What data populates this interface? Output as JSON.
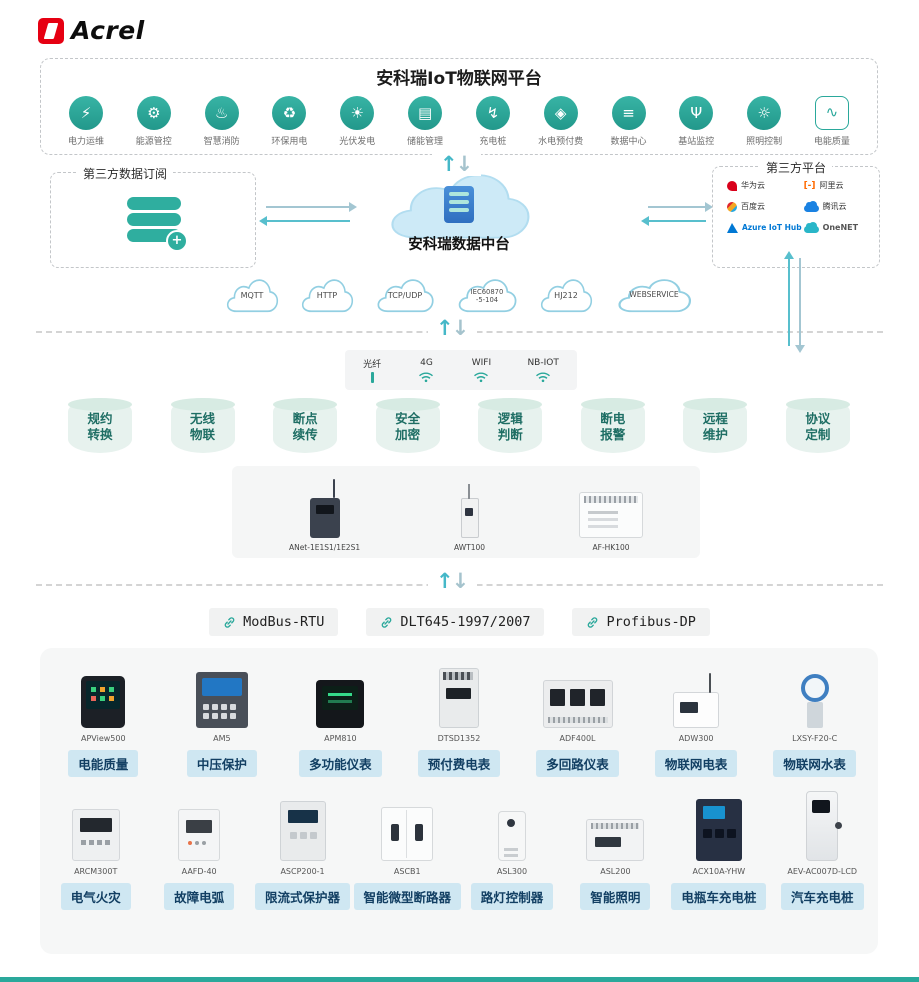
{
  "logo": {
    "brand": "Acrel"
  },
  "colors": {
    "accent_teal": "#2aa89b",
    "badge_bg": "#cfe7f2",
    "badge_text": "#123f63",
    "brand_red": "#e60012",
    "cloud_fill": "#cdeaf7"
  },
  "platform": {
    "title": "安科瑞IoT物联网平台",
    "apps": [
      {
        "label": "电力运维",
        "glyph": "⚡"
      },
      {
        "label": "能源管控",
        "glyph": "⚙"
      },
      {
        "label": "智慧消防",
        "glyph": "♨"
      },
      {
        "label": "环保用电",
        "glyph": "♻"
      },
      {
        "label": "光伏发电",
        "glyph": "☀"
      },
      {
        "label": "储能管理",
        "glyph": "▤"
      },
      {
        "label": "充电桩",
        "glyph": "↯"
      },
      {
        "label": "水电预付费",
        "glyph": "◈"
      },
      {
        "label": "数据中心",
        "glyph": "≡"
      },
      {
        "label": "基站监控",
        "glyph": "Ψ"
      },
      {
        "label": "照明控制",
        "glyph": "☼"
      },
      {
        "label": "电能质量",
        "glyph": "∿"
      }
    ]
  },
  "integration": {
    "left_box": {
      "title": "第三方数据订阅"
    },
    "center": {
      "label": "安科瑞数据中台"
    },
    "right_box": {
      "title": "第三方平台",
      "platforms": [
        {
          "name": "华为云"
        },
        {
          "name": "阿里云"
        },
        {
          "name": "百度云"
        },
        {
          "name": "腾讯云"
        },
        {
          "name": "Azure IoT Hub"
        },
        {
          "name": "OneNET"
        }
      ]
    }
  },
  "protocol_clouds": [
    {
      "label": "MQTT"
    },
    {
      "label": "HTTP"
    },
    {
      "label": "TCP/UDP"
    },
    {
      "label": "IEC60870",
      "label2": "-5-104"
    },
    {
      "label": "HJ212"
    },
    {
      "label": "WEBSERVICE"
    }
  ],
  "connectivity": {
    "items": [
      {
        "label": "光纤"
      },
      {
        "label": "4G"
      },
      {
        "label": "WIFI"
      },
      {
        "label": "NB-IOT"
      }
    ]
  },
  "capabilities": [
    {
      "line1": "规约",
      "line2": "转换"
    },
    {
      "line1": "无线",
      "line2": "物联"
    },
    {
      "line1": "断点",
      "line2": "续传"
    },
    {
      "line1": "安全",
      "line2": "加密"
    },
    {
      "line1": "逻辑",
      "line2": "判断"
    },
    {
      "line1": "断电",
      "line2": "报警"
    },
    {
      "line1": "远程",
      "line2": "维护"
    },
    {
      "line1": "协议",
      "line2": "定制"
    }
  ],
  "gateways": [
    {
      "model": "ANet-1E1S1/1E2S1"
    },
    {
      "model": "AWT100"
    },
    {
      "model": "AF-HK100"
    }
  ],
  "bus_protocols": [
    {
      "label": "ModBus-RTU"
    },
    {
      "label": "DLT645-1997/2007"
    },
    {
      "label": "Profibus-DP"
    }
  ],
  "products": {
    "row1": [
      {
        "model": "APView500",
        "category": "电能质量"
      },
      {
        "model": "AM5",
        "category": "中压保护"
      },
      {
        "model": "APM810",
        "category": "多功能仪表"
      },
      {
        "model": "DTSD1352",
        "category": "预付费电表"
      },
      {
        "model": "ADF400L",
        "category": "多回路仪表"
      },
      {
        "model": "ADW300",
        "category": "物联网电表"
      },
      {
        "model": "LXSY-F20-C",
        "category": "物联网水表"
      }
    ],
    "row2": [
      {
        "model": "ARCM300T",
        "category": "电气火灾"
      },
      {
        "model": "AAFD-40",
        "category": "故障电弧"
      },
      {
        "model": "ASCP200-1",
        "category": "限流式保护器"
      },
      {
        "model": "ASCB1",
        "category": "智能微型断路器"
      },
      {
        "model": "ASL300",
        "category": "路灯控制器"
      },
      {
        "model": "ASL200",
        "category": "智能照明"
      },
      {
        "model": "ACX10A-YHW",
        "category": "电瓶车充电桩"
      },
      {
        "model": "AEV-AC007D-LCD",
        "category": "汽车充电桩"
      }
    ]
  }
}
